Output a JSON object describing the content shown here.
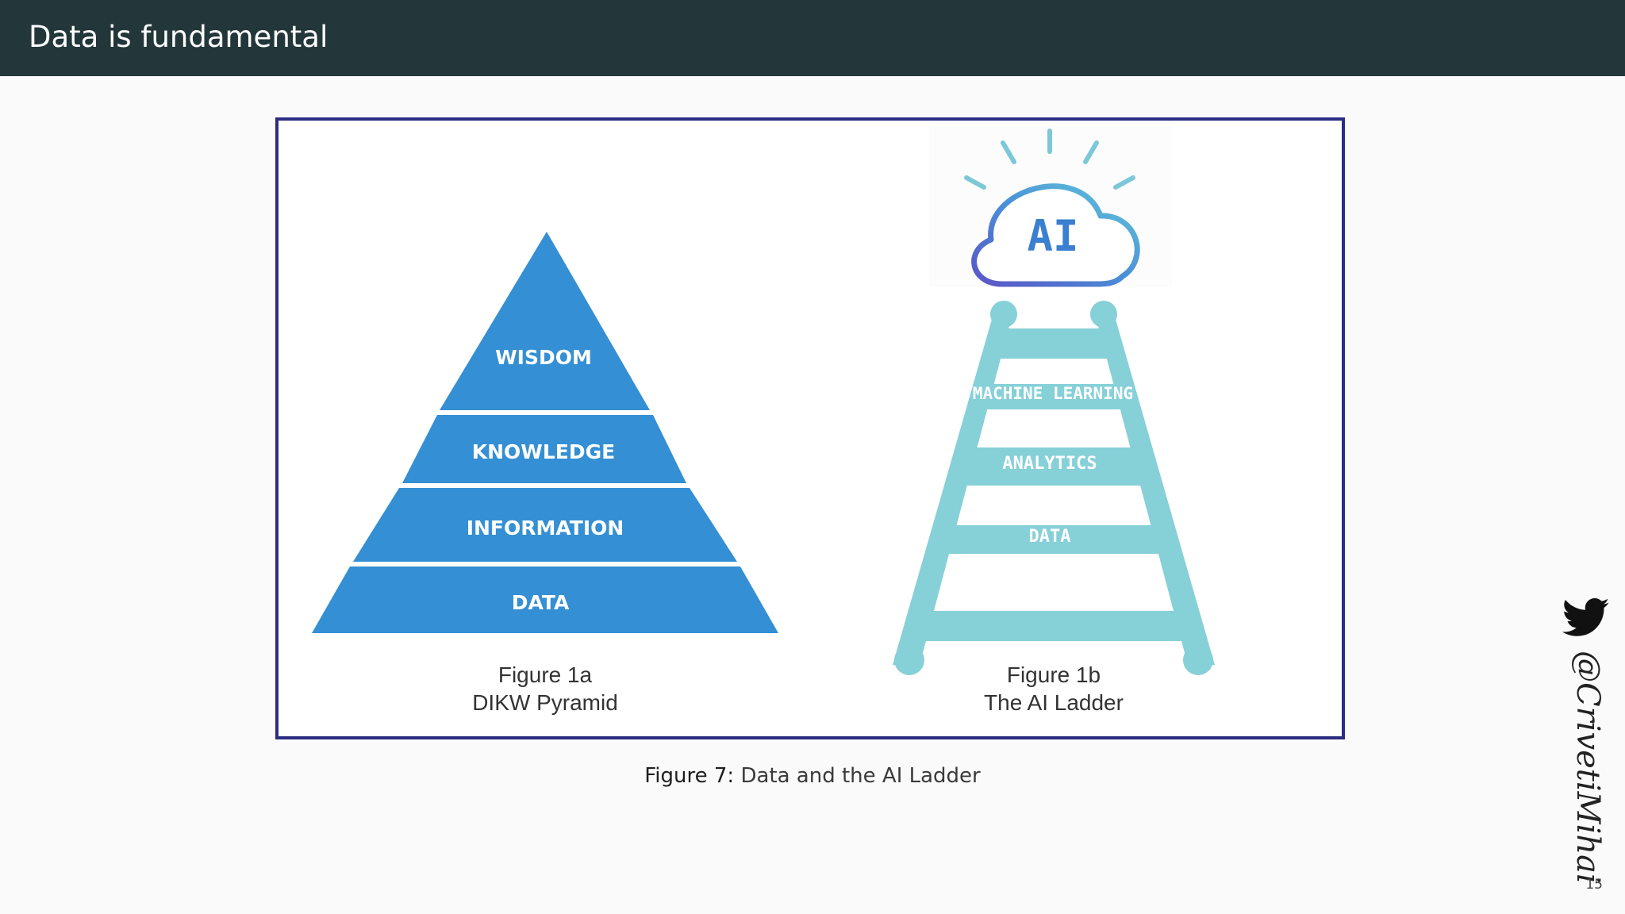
{
  "slide": {
    "title": "Data is fundamental",
    "page_number": "15"
  },
  "figure": {
    "pyramid": {
      "levels": [
        "WISDOM",
        "KNOWLEDGE",
        "INFORMATION",
        "DATA"
      ],
      "caption_line1": "Figure 1a",
      "caption_line2": "DIKW Pyramid",
      "color": "#348fd4"
    },
    "ladder": {
      "logo_text": "AI",
      "rungs": [
        "MACHINE LEARNING",
        "ANALYTICS",
        "DATA"
      ],
      "caption_line1": "Figure 1b",
      "caption_line2": "The AI Ladder",
      "color": "#86d0d8"
    }
  },
  "caption": {
    "label": "Figure 7:",
    "text": "Data and the AI Ladder"
  },
  "author": {
    "icon": "twitter-bird-icon",
    "handle": "@CrivetiMihai"
  }
}
